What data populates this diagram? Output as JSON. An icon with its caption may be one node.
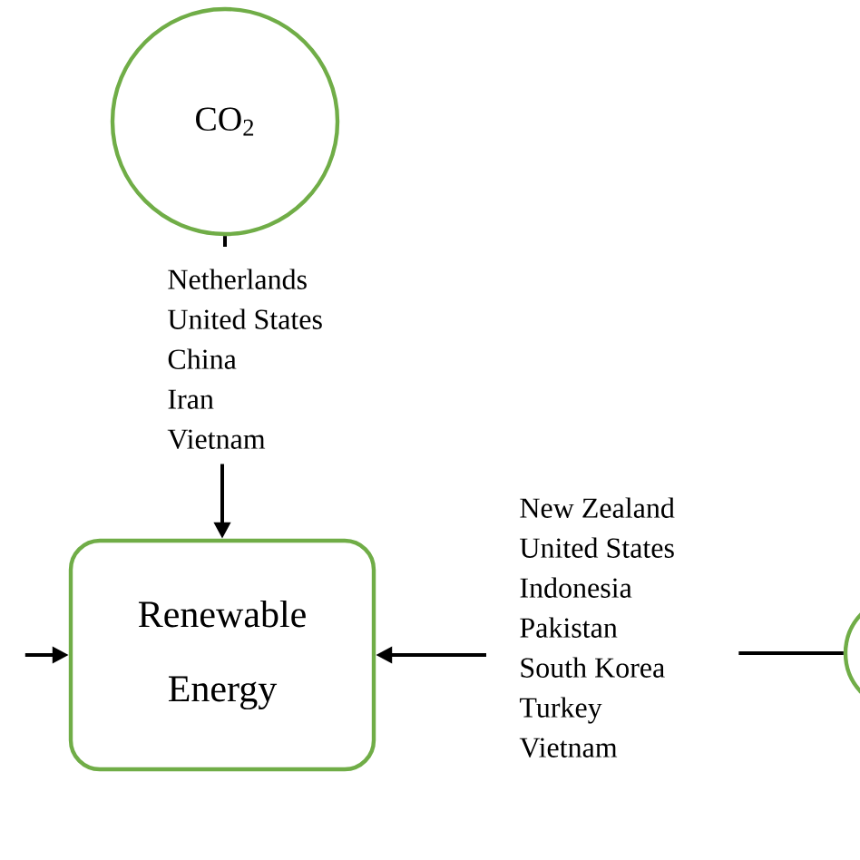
{
  "diagram": {
    "nodes": [
      {
        "text": [
          "CO$_{2}$"
        ]
      },
      {
        "text": [
          "Netherlands",
          "United States",
          "China",
          "Iran",
          "Vietnam"
        ]
      },
      {
        "text": [
          "Renewable",
          "Energy"
        ]
      },
      {
        "text": [
          "New Zealand",
          "United States",
          "Indonesia",
          "Pakistan",
          "South Korea",
          "Turkey",
          "Vietnam"
        ]
      },
      {
        "text": [],
        "shape": "circle"
      }
    ],
    "edges": [
      {
        "from": 0,
        "to": 1,
        "arrow": "none"
      },
      {
        "from": 1,
        "to": 2,
        "arrow": "to"
      },
      {
        "from": 3,
        "to": 2,
        "arrow": "to"
      },
      {
        "from": 3,
        "to": 4,
        "arrow": "none"
      },
      {
        "from": null,
        "to": 2,
        "arrow": "to"
      }
    ]
  }
}
